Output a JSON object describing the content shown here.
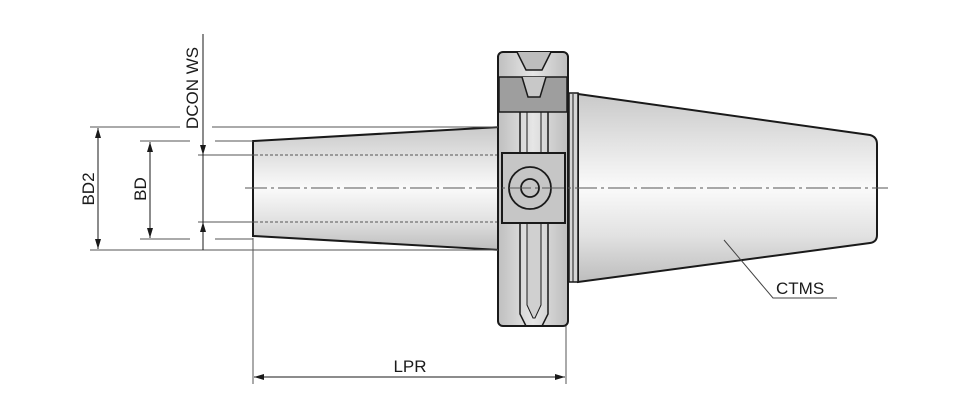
{
  "diagram": {
    "type": "technical-drawing",
    "subject": "tool holder with taper shank",
    "labels": {
      "dcon_ws": "DCON WS",
      "bd2": "BD2",
      "bd": "BD",
      "lpr": "LPR",
      "ctms": "CTMS"
    },
    "colors": {
      "outline": "#1a1a1a",
      "dimension": "#444444",
      "body_light": "#f4f4f4",
      "body_mid": "#d9d9d9",
      "flange_dark": "#9a9a9a",
      "flange_mid": "#c4c4c4"
    }
  }
}
